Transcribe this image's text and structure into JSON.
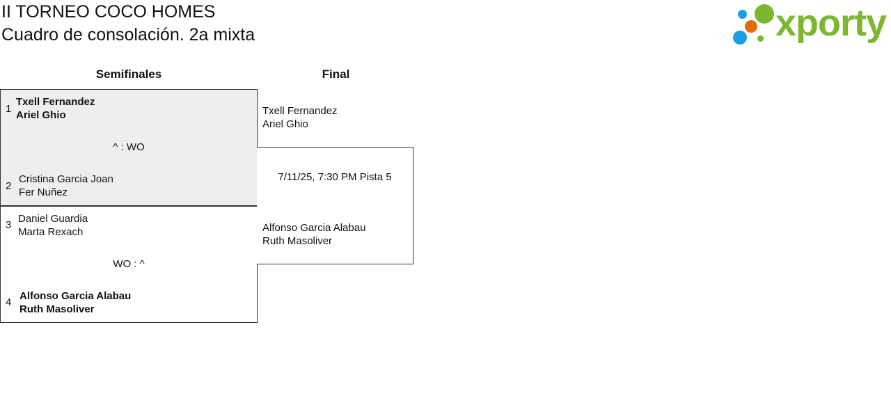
{
  "header": {
    "title": "II TORNEO COCO HOMES",
    "subtitle": "Cuadro de consolación. 2a mixta"
  },
  "logo": {
    "text": "xporty",
    "colors": {
      "green": "#7cb82f",
      "orange": "#e36c0a",
      "blue": "#1a9ee2"
    }
  },
  "rounds": [
    {
      "label": "Semifinales"
    },
    {
      "label": "Final"
    }
  ],
  "semifinals": [
    {
      "score": "^ : WO",
      "teams": [
        {
          "seed": "1",
          "player1": "Txell Fernandez",
          "player2": "Ariel Ghio",
          "winner": true
        },
        {
          "seed": "2",
          "player1": "Cristina Garcia Joan",
          "player2": "Fer Nuñez",
          "winner": false
        }
      ]
    },
    {
      "score": "WO : ^",
      "teams": [
        {
          "seed": "3",
          "player1": "Daniel Guardia",
          "player2": "Marta Rexach",
          "winner": false
        },
        {
          "seed": "4",
          "player1": "Alfonso Garcia Alabau",
          "player2": "Ruth Masoliver",
          "winner": true
        }
      ]
    }
  ],
  "final": {
    "schedule": "7/11/25, 7:30 PM Pista 5",
    "teams": [
      {
        "player1": "Txell Fernandez",
        "player2": "Ariel Ghio"
      },
      {
        "player1": "Alfonso Garcia Alabau",
        "player2": "Ruth Masoliver"
      }
    ]
  }
}
